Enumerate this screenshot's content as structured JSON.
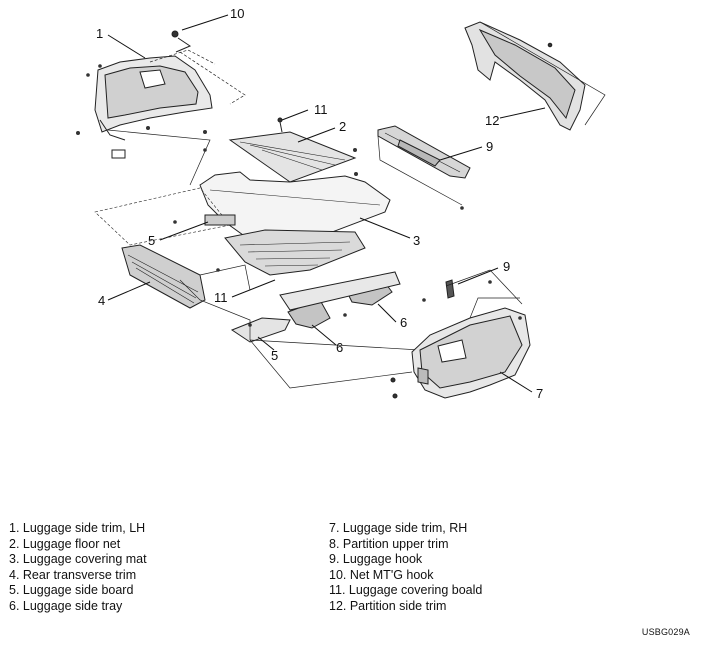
{
  "callouts": {
    "c1": "1",
    "c2": "2",
    "c3": "3",
    "c4": "4",
    "c5a": "5",
    "c5b": "5",
    "c6a": "6",
    "c6b": "6",
    "c7": "7",
    "c9a": "9",
    "c9b": "9",
    "c10": "10",
    "c11a": "11",
    "c11b": "11",
    "c12": "12"
  },
  "legend": {
    "left": [
      "1. Luggage side trim, LH",
      "2. Luggage floor net",
      "3. Luggage covering mat",
      "4. Rear transverse trim",
      "5. Luggage side board",
      "6. Luggage side tray"
    ],
    "right": [
      "7. Luggage side trim, RH",
      "8. Partition upper trim",
      "9. Luggage hook",
      "10. Net MT'G hook",
      "11. Luggage covering boald",
      "12. Partition side trim"
    ]
  },
  "figure_code": "USBG029A"
}
